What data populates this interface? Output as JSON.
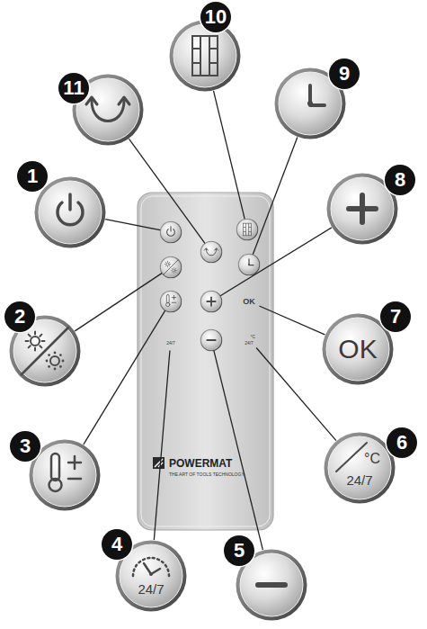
{
  "diagram": {
    "nodes": [
      {
        "text": [
          "POWERMAT",
          "THE ART OF TOOLS TECHNOLOGY"
        ]
      },
      {
        "text": [
          "OK"
        ],
        "in": 0
      },
      {
        "text": [
          "24/7"
        ],
        "in": 0
      },
      {
        "text": [
          "°C",
          "24/7"
        ],
        "in": 0
      },
      {
        "text": [
          "OK"
        ]
      },
      {
        "text": [
          "°C",
          "24/7"
        ]
      },
      {
        "text": [
          "24/7"
        ]
      }
    ],
    "edges": [
      {
        "from": 4,
        "to": 1,
        "arrow": "none"
      },
      {
        "from": 5,
        "to": 3,
        "arrow": "none"
      },
      {
        "from": 6,
        "to": 2,
        "arrow": "none"
      }
    ],
    "labels": [
      "10",
      "11",
      "9",
      "1",
      "8",
      "2",
      "7",
      "3",
      "6",
      "4",
      "5"
    ]
  }
}
